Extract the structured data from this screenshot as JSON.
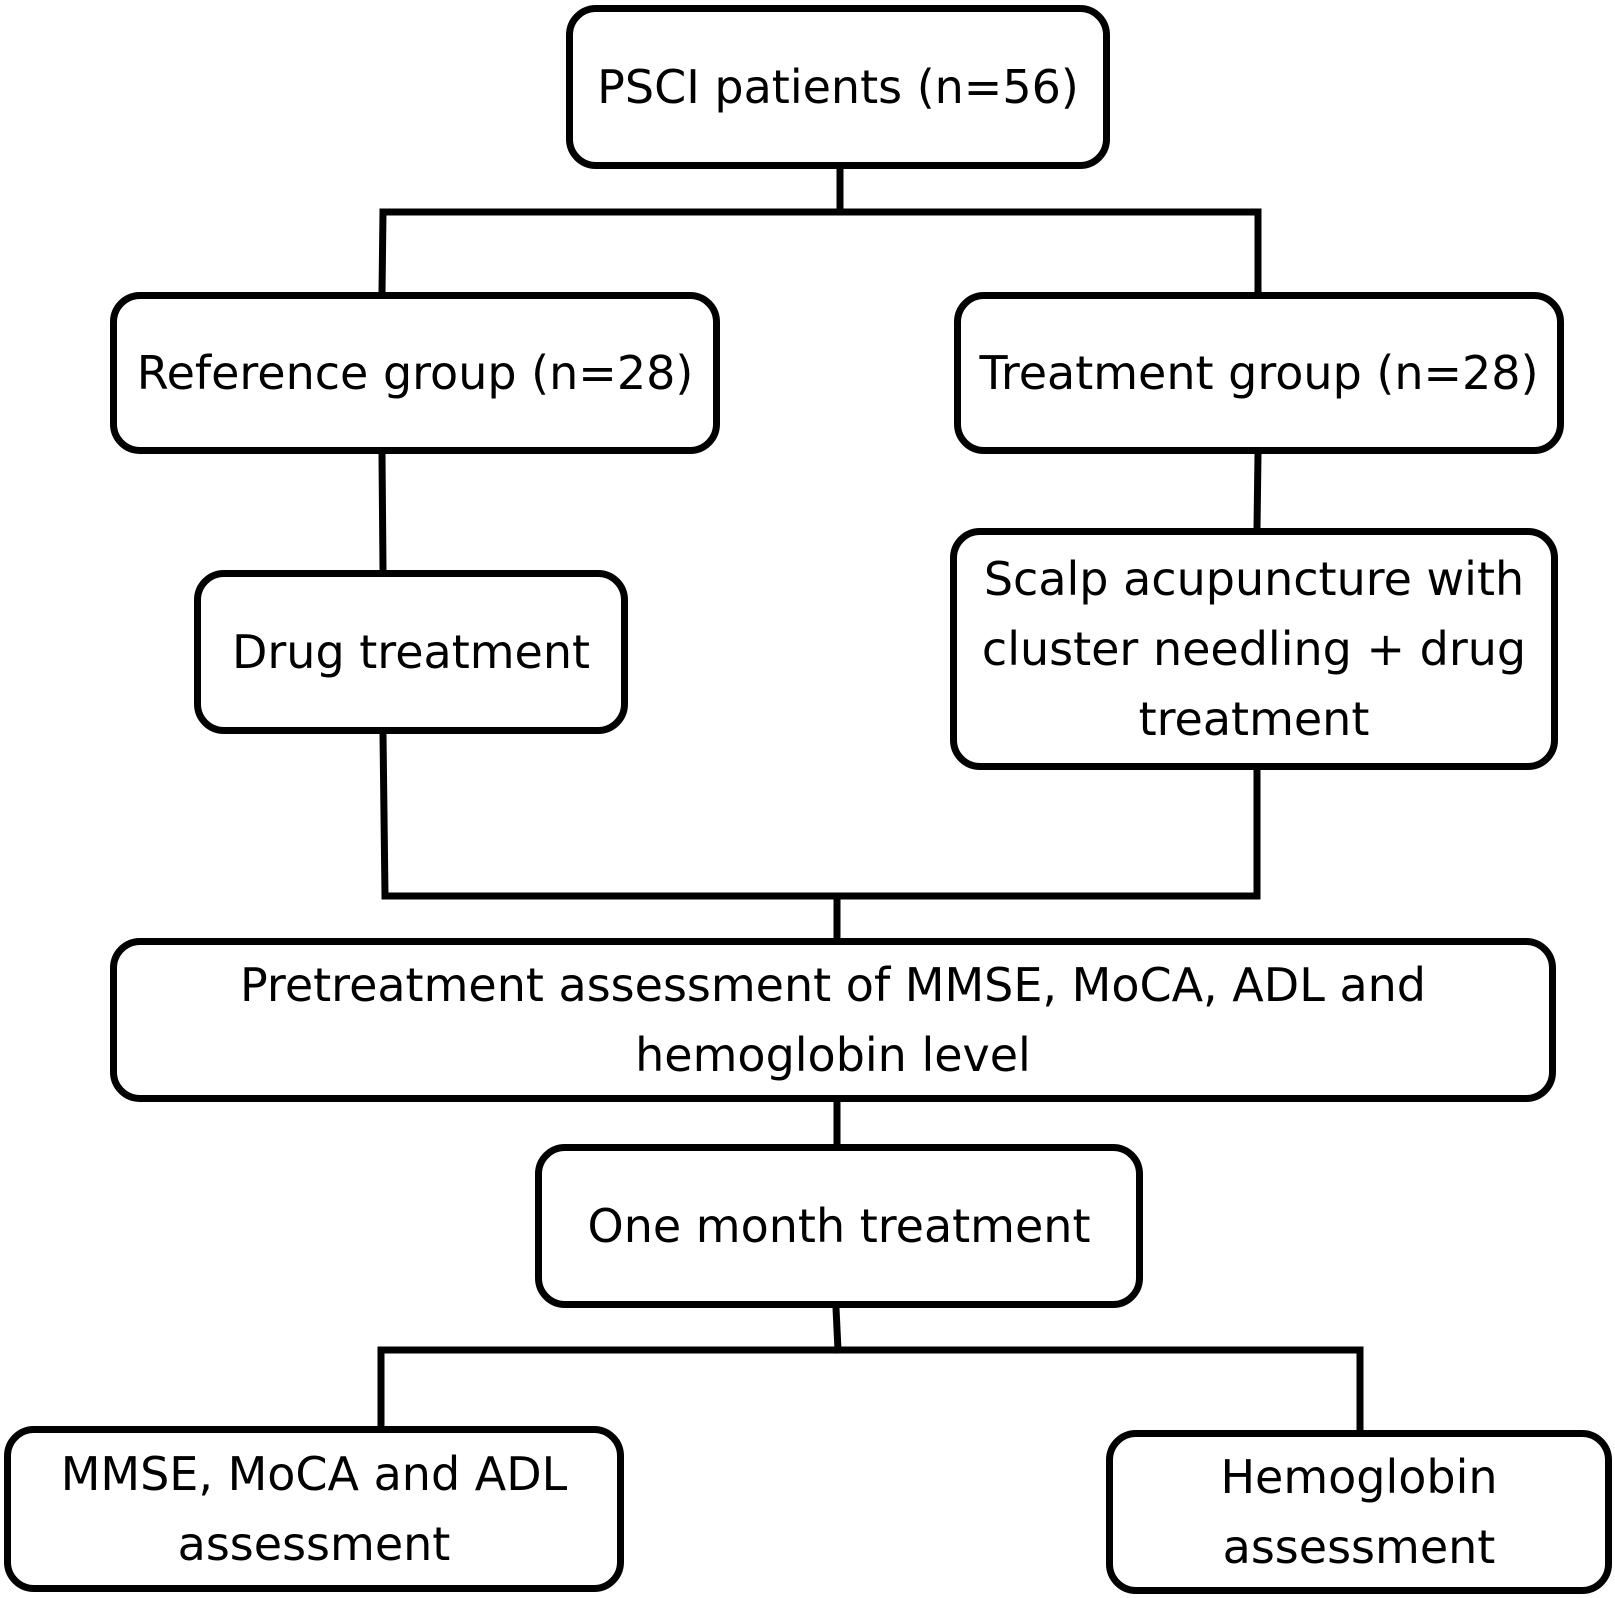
{
  "diagram": {
    "nodes": [
      {
        "id": "psci",
        "text": "PSCI patients (n=56)"
      },
      {
        "id": "ref",
        "text": "Reference group (n=28)"
      },
      {
        "id": "trt",
        "text": "Treatment group (n=28)"
      },
      {
        "id": "drug",
        "text": "Drug treatment"
      },
      {
        "id": "scalp",
        "text": "Scalp acupuncture with\ncluster needling + drug\ntreatment"
      },
      {
        "id": "pre",
        "text": "Pretreatment assessment of MMSE, MoCA, ADL and\nhemoglobin level"
      },
      {
        "id": "one",
        "text": "One month treatment"
      },
      {
        "id": "mmse",
        "text": "MMSE, MoCA and ADL\nassessment"
      },
      {
        "id": "hemo",
        "text": "Hemoglobin\nassessment"
      }
    ],
    "edges": [
      {
        "from": "psci",
        "to": "ref"
      },
      {
        "from": "psci",
        "to": "trt"
      },
      {
        "from": "ref",
        "to": "drug"
      },
      {
        "from": "trt",
        "to": "scalp"
      },
      {
        "from": "drug",
        "to": "pre"
      },
      {
        "from": "scalp",
        "to": "pre"
      },
      {
        "from": "pre",
        "to": "one"
      },
      {
        "from": "one",
        "to": "mmse"
      },
      {
        "from": "one",
        "to": "hemo"
      }
    ],
    "line_color": "#000000"
  }
}
